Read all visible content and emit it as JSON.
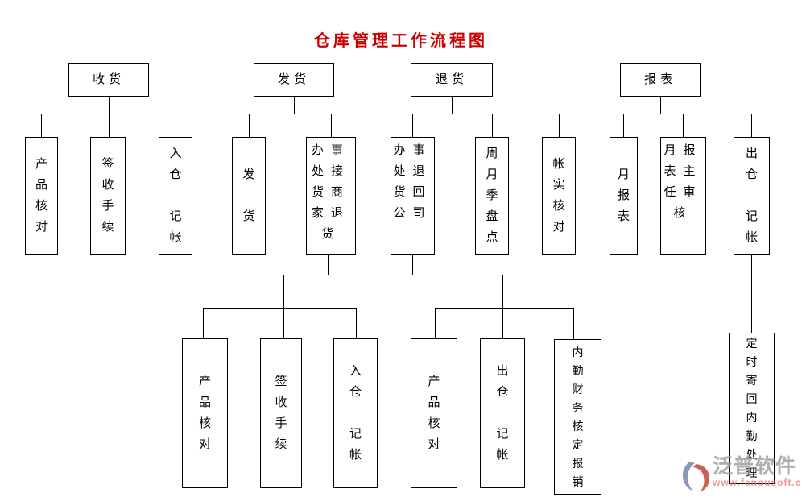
{
  "title": "仓库管理工作流程图",
  "title_color": "#cc0000",
  "line_color": "#000000",
  "groups": {
    "receiving": {
      "label": "收货"
    },
    "shipping": {
      "label": "发货"
    },
    "returns": {
      "label": "退货"
    },
    "reports": {
      "label": "报表"
    }
  },
  "nodes": {
    "recv_check": "产\n品\n核\n对",
    "recv_sign": "签\n收\n手\n续",
    "recv_book": "入\n仓\n\n记\n帐",
    "ship_send": "发\n\n货",
    "ship_office": "办事\n处接\n货商\n家退\n货",
    "ret_office": "办事\n处退\n货回\n公司",
    "ret_count": "周\n月\n季\n盘\n点",
    "rpt_verify": "帐\n实\n核\n对",
    "rpt_monthly": "月\n报\n表",
    "rpt_review": "月报\n表主\n任审\n核",
    "rpt_out": "出\n仓\n\n记\n帐",
    "ship2_check": "产\n品\n核\n对",
    "ship2_sign": "签\n收\n手\n续",
    "ship2_book": "入\n仓\n\n记\n帐",
    "ret2_check": "产\n品\n核\n对",
    "ret2_out": "出\n仓\n\n记\n帐",
    "ret2_finance": "内\n勤\n财\n务\n核\n定\n报\n销",
    "rpt2_mail": "定\n时\n寄\n回\n内\n勤\n处\n理"
  },
  "watermark": {
    "brand": "泛普软件",
    "url": "www.fanpusoft.com"
  }
}
